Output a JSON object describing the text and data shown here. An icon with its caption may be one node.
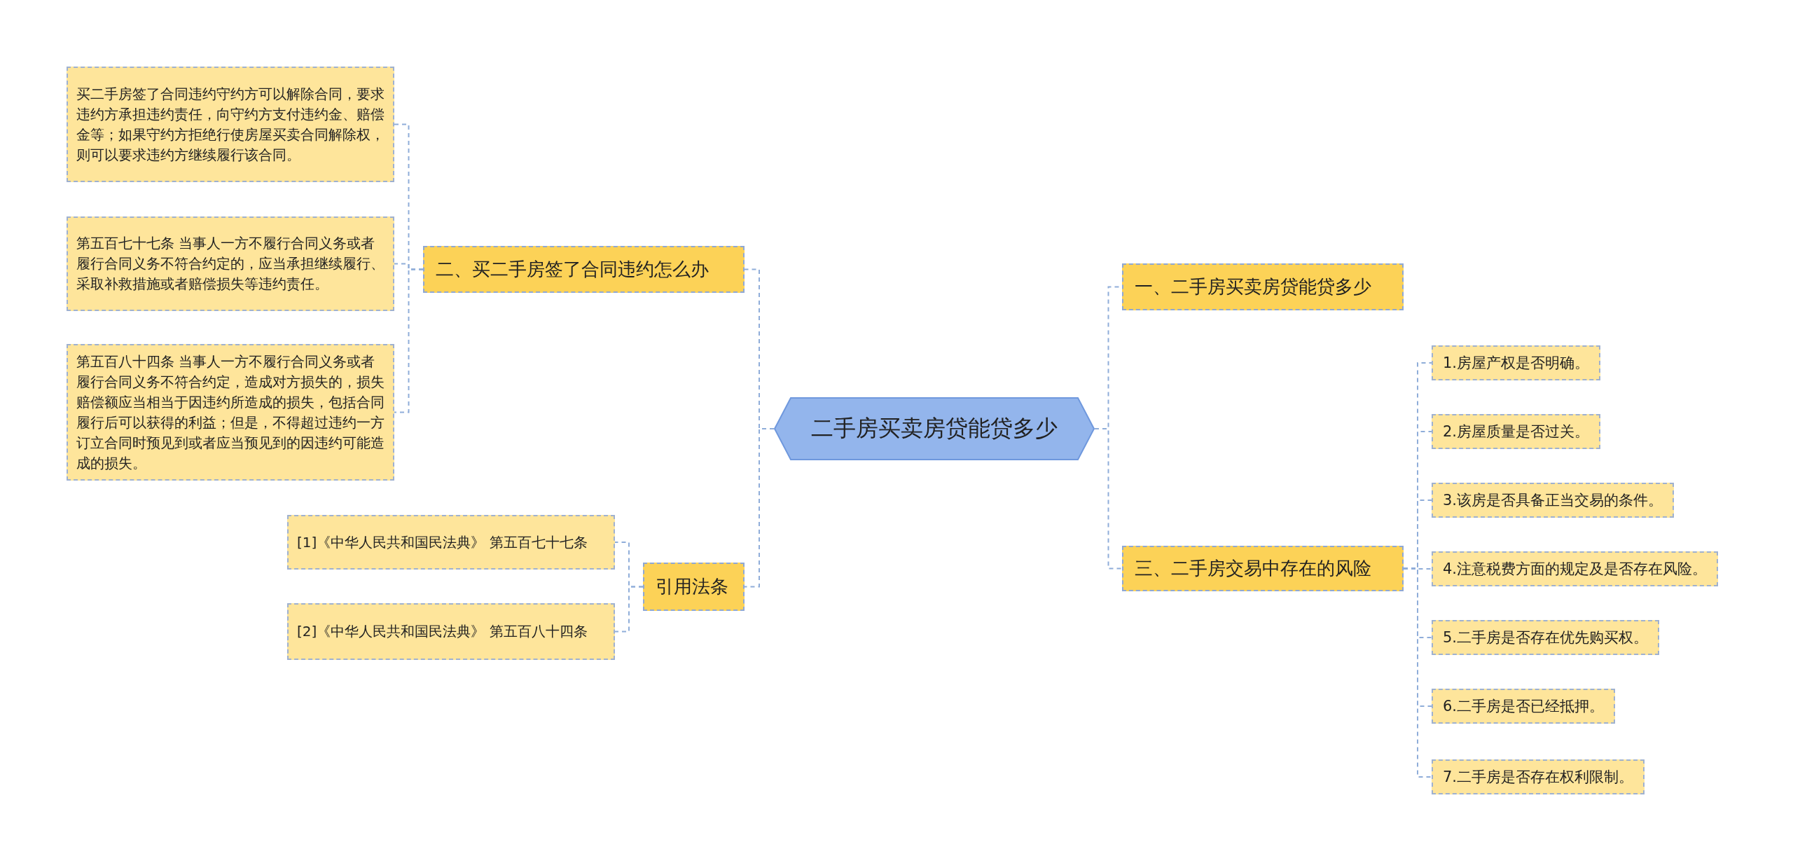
{
  "diagram": {
    "nodes": [
      {
        "text": [
          "二手房买卖房贷能贷多少"
        ]
      },
      {
        "text": [
          "二、买二手房签了合同违约怎么办"
        ]
      },
      {
        "text": [
          "买二手房签了合同违约守约方可以解除合同，要求违约方承担违约责任，向守约方支付违约金、赔偿金等；如果守约方拒绝行使房屋买卖合同解除权，则可以要求违约方继续履行该合同。"
        ]
      },
      {
        "text": [
          "第五百七十七条 当事人一方不履行合同义务或者履行合同义务不符合约定的，应当承担继续履行、采取补救措施或者赔偿损失等违约责任。"
        ]
      },
      {
        "text": [
          "第五百八十四条 当事人一方不履行合同义务或者履行合同义务不符合约定，造成对方损失的，损失赔偿额应当相当于因违约所造成的损失，包括合同履行后可以获得的利益；但是，不得超过违约一方订立合同时预见到或者应当预见到的因违约可能造成的损失。"
        ]
      },
      {
        "text": [
          "引用法条"
        ]
      },
      {
        "text": [
          "[1]《中华人民共和国民法典》 第五百七十七条"
        ]
      },
      {
        "text": [
          "[2]《中华人民共和国民法典》 第五百八十四条"
        ]
      },
      {
        "text": [
          "一、二手房买卖房贷能贷多少"
        ]
      },
      {
        "text": [
          "三、二手房交易中存在的风险"
        ]
      },
      {
        "text": [
          "1.房屋产权是否明确。"
        ]
      },
      {
        "text": [
          "2.房屋质量是否过关。"
        ]
      },
      {
        "text": [
          "3.该房是否具备正当交易的条件。"
        ]
      },
      {
        "text": [
          "4.注意税费方面的规定及是否存在风险。"
        ]
      },
      {
        "text": [
          "5.二手房是否存在优先购买权。"
        ]
      },
      {
        "text": [
          "6.二手房是否已经抵押。"
        ]
      },
      {
        "text": [
          "7.二手房是否存在权利限制。"
        ]
      }
    ],
    "edges": [
      {
        "from": 0,
        "to": 1,
        "arrow": "none"
      },
      {
        "from": 1,
        "to": 2,
        "arrow": "none"
      },
      {
        "from": 1,
        "to": 3,
        "arrow": "none"
      },
      {
        "from": 1,
        "to": 4,
        "arrow": "none"
      },
      {
        "from": 0,
        "to": 5,
        "arrow": "none"
      },
      {
        "from": 5,
        "to": 6,
        "arrow": "none"
      },
      {
        "from": 5,
        "to": 7,
        "arrow": "none"
      },
      {
        "from": 0,
        "to": 8,
        "arrow": "none"
      },
      {
        "from": 0,
        "to": 9,
        "arrow": "none"
      },
      {
        "from": 9,
        "to": 10,
        "arrow": "none"
      },
      {
        "from": 9,
        "to": 11,
        "arrow": "none"
      },
      {
        "from": 9,
        "to": 12,
        "arrow": "none"
      },
      {
        "from": 9,
        "to": 13,
        "arrow": "none"
      },
      {
        "from": 9,
        "to": 14,
        "arrow": "none"
      },
      {
        "from": 9,
        "to": 15,
        "arrow": "none"
      },
      {
        "from": 9,
        "to": 16,
        "arrow": "none"
      }
    ]
  }
}
